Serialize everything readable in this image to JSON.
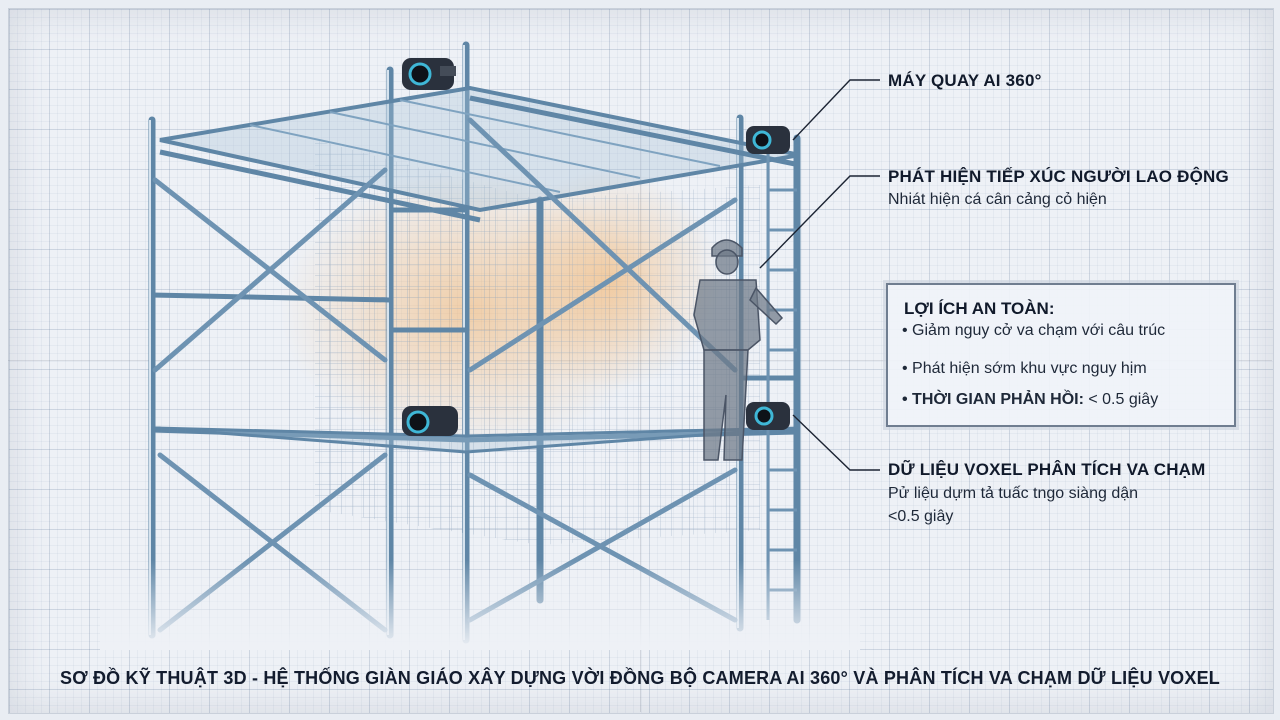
{
  "callouts": {
    "camera": {
      "title": "MÁY QUAY AI 360°"
    },
    "contact": {
      "title": "PHÁT HIỆN TIẾP XÚC NGƯỜI LAO ĐỘNG",
      "subtitle": "Nhiát hiện cá cân cảng cỏ hiện"
    },
    "voxel": {
      "title": "DỮ LIỆU VOXEL PHÂN TÍCH VA CHẠM",
      "subtitle_line1": "Pử liệu dựm tả tuấc tngo siàng dận",
      "subtitle_line2": "<0.5 giây"
    }
  },
  "safety_box": {
    "title": "LỢI ÍCH AN TOÀN:",
    "items": [
      "• Giảm nguy cở va chạm với câu trúc",
      "• Phát hiện sớm khu vực nguy hịm"
    ],
    "response_label": "• THỜI GIAN PHẢN HỒI:",
    "response_value": " < 0.5 giây"
  },
  "footer": {
    "caption": "SƠ ĐỒ KỸ THUẬT 3D - HỆ THỐNG GIÀN GIÁO XÂY DỰNG VỜI ĐỒNG BỘ CAMERA AI 360° VÀ PHÂN TÍCH VA CHẠM DỮ LIỆU VOXEL"
  },
  "colors": {
    "frame": "#5f86a6",
    "frame_light": "#a9c4da",
    "camera_body": "#2a313d",
    "camera_ring": "#3fb7d6",
    "mesh": "#8ea6bf",
    "voxel_glow": "#f2b36b",
    "leader": "#1c2433"
  }
}
